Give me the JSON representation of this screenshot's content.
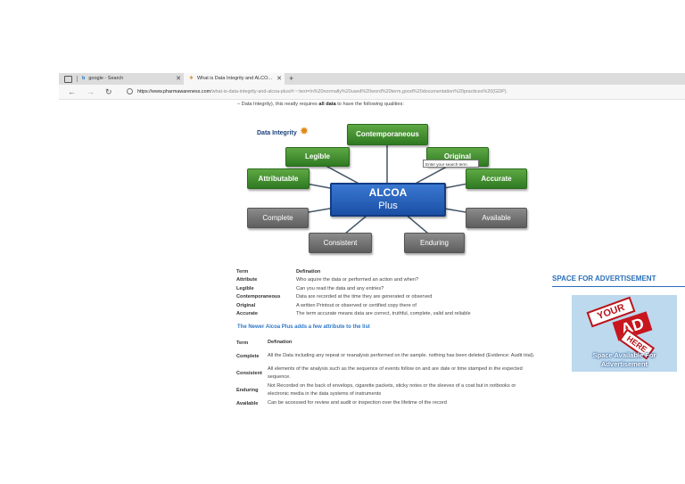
{
  "browser": {
    "tabs": [
      {
        "title": "google - Search",
        "active": false
      },
      {
        "title": "What is Data Integrity and ALCO...",
        "active": true
      }
    ],
    "new_tab_label": "+",
    "url_host": "https://www.pharmawareness.com",
    "url_path": "/what-is-data-integrity-and-alcoa-plus/#:~:text=In%20normally%20used%20word%20term,good%20documentation%20practices%20(GDP)."
  },
  "article": {
    "intro": "– Data Integrity), this neatly requires all data to have the following qualities:",
    "diagram": {
      "logo_text": "Data Integrity",
      "center_title": "ALCOA",
      "center_sub": "Plus",
      "nodes": {
        "contemporaneous": "Contemporaneous",
        "original": "Original",
        "legible": "Legible",
        "attributable": "Attributable",
        "accurate": "Accurate",
        "complete": "Complete",
        "available": "Available",
        "consistent": "Consistent",
        "enduring": "Enduring"
      },
      "tooltip": "Enter your search term"
    },
    "table1": {
      "headers": [
        "Term",
        "Defination"
      ],
      "rows": [
        [
          "Attribute",
          "Who aquire the data or performed an action and when?"
        ],
        [
          "Legible",
          "Can you read the data and any entries?"
        ],
        [
          "Contemporaneous",
          "Data are recorded at the time they are generated or observed"
        ],
        [
          "Original",
          "A written Printout or observed or certified copy there of"
        ],
        [
          "Accurate",
          "The term accurate means data are correct, truthful, complete, valid and reliable"
        ]
      ]
    },
    "subheading": "The Newer Alcoa Plus adds a few attribute to the list",
    "table2": {
      "headers": [
        "Term",
        "Defination"
      ],
      "rows": [
        [
          "Complete",
          "All the Data including any repeat or reanalysis performed on the sample. nothing has been deleted (Evidence: Audit trial)."
        ],
        [
          "Consistent",
          "All elements of the analysis such as the sequence of events follow on and are date or time stamped in the expected sequence."
        ],
        [
          "Enduring",
          "Not Recorded on the back of envelops, cigarette packets, sticky notes or the sleeves of a coat but in notbooks or electronic media in the data systems of instruments"
        ],
        [
          "Available",
          "Can be accessed for review and audit or inspection over the lifetime of the record"
        ]
      ]
    }
  },
  "sidebar": {
    "ad_title": "SPACE FOR ADVERTISEMENT",
    "ad_graphic_words": [
      "YOUR",
      "AD",
      "HERE"
    ],
    "ad_caption_1": "Space Available For",
    "ad_caption_2": "Advertisement"
  }
}
